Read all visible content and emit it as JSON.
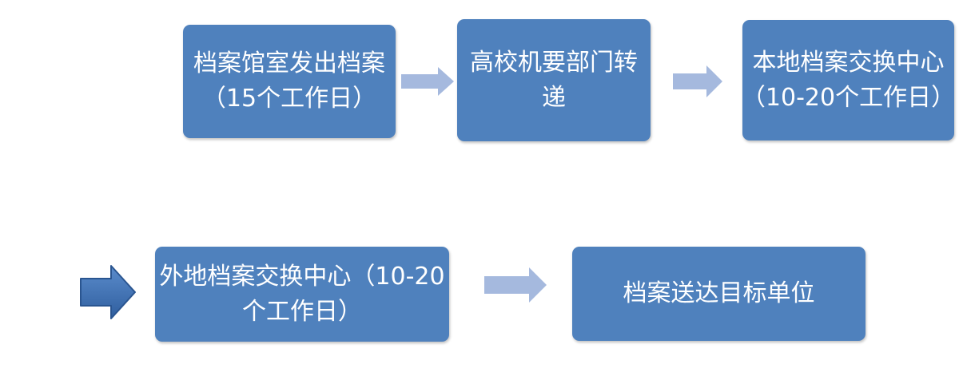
{
  "diagram": {
    "nodes": [
      {
        "id": "archive-send",
        "lines": [
          "档案馆室发出档案",
          "（15个工作日）"
        ]
      },
      {
        "id": "university-forward",
        "lines": [
          "高校机要部门转",
          "递"
        ]
      },
      {
        "id": "local-exchange",
        "lines": [
          "本地档案交换中心",
          "（10-20个工作日）"
        ]
      },
      {
        "id": "remote-exchange",
        "lines": [
          "外地档案交换中心（10-20",
          "个工作日）"
        ]
      },
      {
        "id": "deliver-target",
        "lines": [
          "档案送达目标单位"
        ]
      }
    ],
    "colors": {
      "box_fill": "#4f81bd",
      "arrow_light": "#a5b9de",
      "arrow_dark": "#3d6fb0",
      "text": "#ffffff"
    }
  }
}
